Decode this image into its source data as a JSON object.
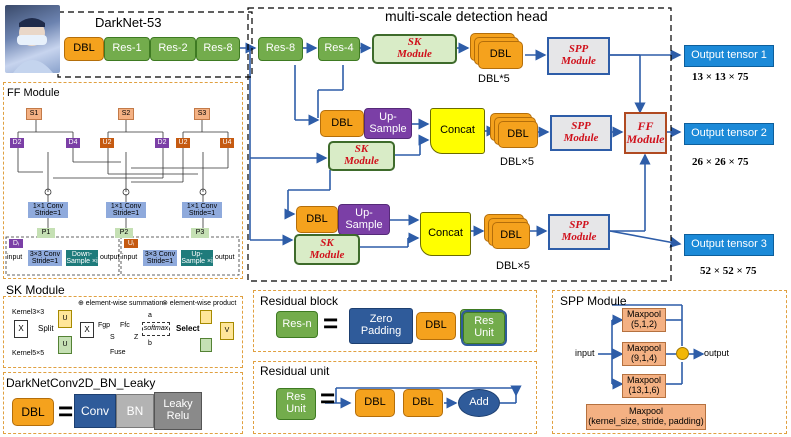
{
  "backbone_title": "DarkNet-53",
  "head_title": "multi-scale detection head",
  "backbone": [
    "DBL",
    "Res-1",
    "Res-2",
    "Res-8"
  ],
  "head_top": {
    "res8": "Res-8",
    "res4": "Res-4"
  },
  "sk_label": "SK\nModule",
  "spp_label": "SPP\nModule",
  "ff_label": "FF\nModule",
  "dbl": "DBL",
  "upsample": "Up-\nSample",
  "concat": "Concat",
  "dbl_repeats": {
    "top": "DBL*5",
    "mid": "DBL×5",
    "bottom": "DBL×5"
  },
  "outputs": [
    {
      "label": "Output tensor 1",
      "size": "13 × 13 × 75"
    },
    {
      "label": "Output tensor 2",
      "size": "26 × 26 × 75"
    },
    {
      "label": "Output tensor 3",
      "size": "52 × 52 × 75"
    }
  ],
  "ff_module": {
    "title": "FF Module",
    "s": [
      "S1",
      "S2",
      "S3"
    ],
    "ops": [
      "D2",
      "D4",
      "U2",
      "D2",
      "U2",
      "U4"
    ],
    "conv": "1×1 Conv\nStride=1",
    "p": [
      "P1",
      "P2",
      "P3"
    ],
    "legend_d": {
      "tag": "Dᵢ",
      "input": "input",
      "conv": "3×3 Conv\nStride=1",
      "op": "Down-\nSample ×i",
      "output": "output"
    },
    "legend_u": {
      "tag": "Uᵢ",
      "input": "input",
      "conv": "3×3 Conv\nStride=1",
      "op": "Up-\nSample ×i",
      "output": "output"
    }
  },
  "sk_module": {
    "title": "SK Module",
    "legend_sum": "⊕ element-wise summation",
    "legend_prod": "⊗ element-wise product",
    "split": "Split",
    "fuse": "Fuse",
    "select": "Select",
    "kernel3": "Kernel3×3",
    "kernel5": "Kernel5×5",
    "x": "X",
    "s": "S",
    "z": "Z",
    "softmax": "softmax",
    "a": "a",
    "b": "b",
    "v": "V",
    "fgp": "Fgp",
    "ffc": "Ffc"
  },
  "darknetconv": {
    "title": "DarkNetConv2D_BN_Leaky",
    "dbl": "DBL",
    "conv": "Conv",
    "bn": "BN",
    "leaky": "Leaky\nRelu"
  },
  "residual_block": {
    "title": "Residual block",
    "resn": "Res-n",
    "zero": "Zero\nPadding",
    "dbl": "DBL",
    "resunit": "Res\nUnit"
  },
  "residual_unit": {
    "title": "Residual unit",
    "resunit": "Res\nUnit",
    "dbl1": "DBL",
    "dbl2": "DBL",
    "add": "Add"
  },
  "spp_module": {
    "title": "SPP Module",
    "pools": [
      "Maxpool\n(5,1,2)",
      "Maxpool\n(9,1,4)",
      "Maxpool\n(13,1,6)"
    ],
    "legend": "Maxpool\n(kernel_size, stride, padding)",
    "input": "input",
    "output": "output"
  }
}
